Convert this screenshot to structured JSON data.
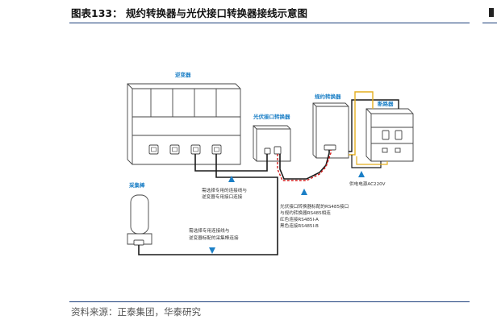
{
  "title": "图表133： 规约转换器与光伏接口转换器接线示意图",
  "source": "资料来源：正泰集团，华泰研究",
  "diagram": {
    "inverter_label": "逆变器",
    "pv_converter_label": "光伏接口转换器",
    "protocol_converter_label": "规约转换器",
    "breaker_label": "断路器",
    "collector_label": "采集棒",
    "note_pv_cable": [
      "需选择专用的连接线与",
      "逆变器专用接口连接"
    ],
    "note_collector_cable": [
      "需选择专用连接线与",
      "逆变器标配的采集棒连接"
    ],
    "note_rs485": [
      "光伏接口转换器标配的RS485接口",
      "与规约转换器RS485相连",
      "红色连接RS485I-A",
      "黑色连接RS485I-B"
    ],
    "power_label": "供电电源AC220V"
  },
  "colors": {
    "accent": "#1b7fc6",
    "heading_rule": "#1a3e7a",
    "wire_dark": "#1a1a1a",
    "wire_red": "#d11d1d",
    "wire_yellow": "#e3ae1e"
  }
}
